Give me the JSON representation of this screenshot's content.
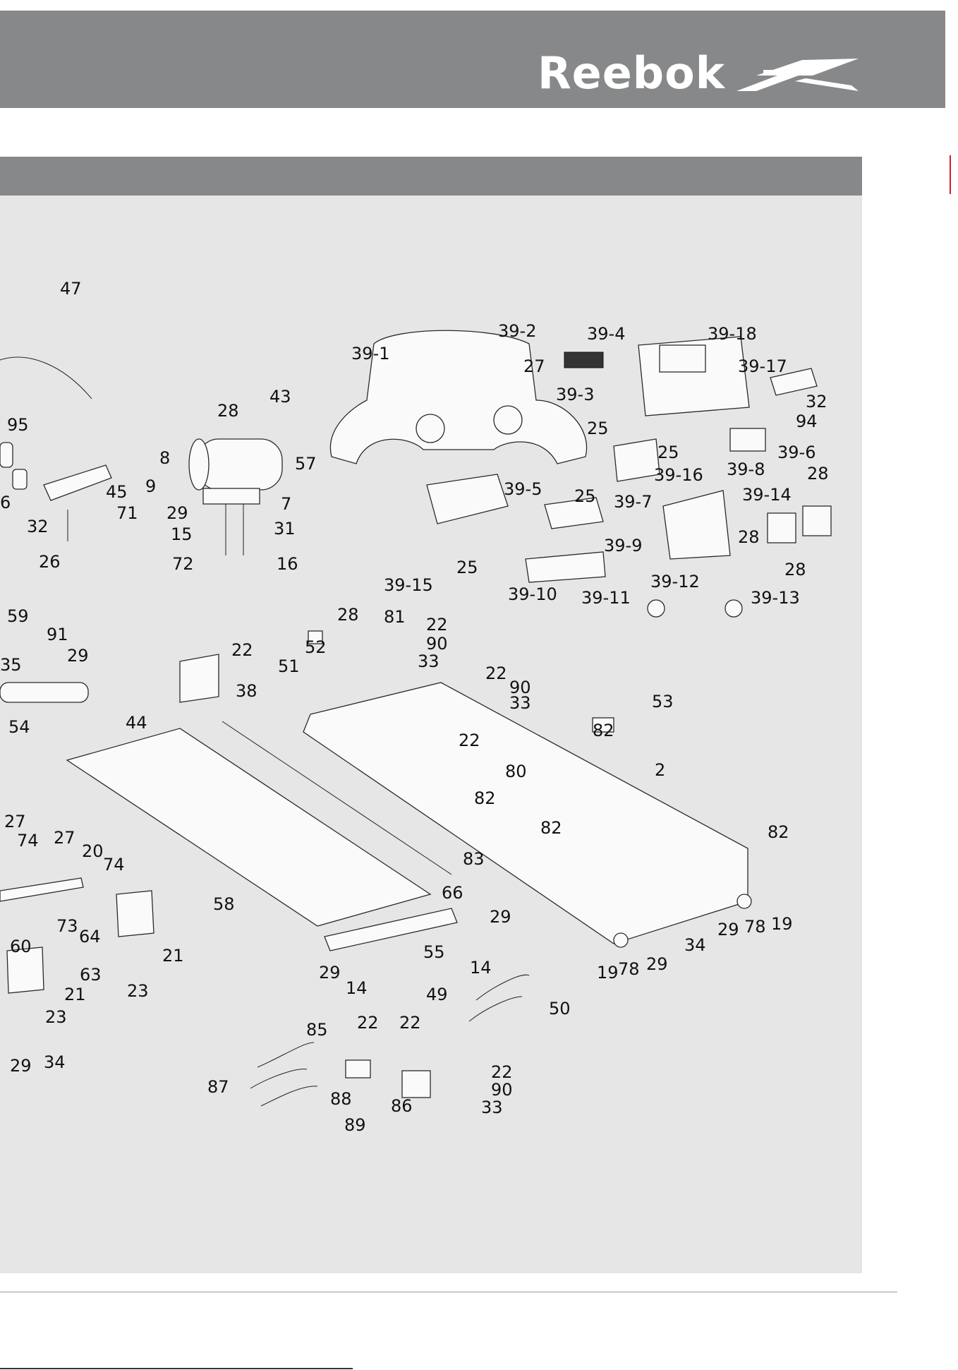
{
  "brand": {
    "name": "Reebok"
  },
  "colors": {
    "header": "#878889",
    "panel": "#e6e6e6",
    "accent": "#d21c2a"
  },
  "callouts": [
    {
      "id": "c47",
      "label": "47"
    },
    {
      "id": "c95",
      "label": "95"
    },
    {
      "id": "c6",
      "label": "6"
    },
    {
      "id": "c45",
      "label": "45"
    },
    {
      "id": "c71",
      "label": "71"
    },
    {
      "id": "c32a",
      "label": "32"
    },
    {
      "id": "c26",
      "label": "26"
    },
    {
      "id": "c28a",
      "label": "28"
    },
    {
      "id": "c43",
      "label": "43"
    },
    {
      "id": "c57",
      "label": "57"
    },
    {
      "id": "c8",
      "label": "8"
    },
    {
      "id": "c9",
      "label": "9"
    },
    {
      "id": "c7",
      "label": "7"
    },
    {
      "id": "c29a",
      "label": "29"
    },
    {
      "id": "c31",
      "label": "31"
    },
    {
      "id": "c15",
      "label": "15"
    },
    {
      "id": "c72",
      "label": "72"
    },
    {
      "id": "c16",
      "label": "16"
    },
    {
      "id": "c39-1",
      "label": "39-1"
    },
    {
      "id": "c39-2",
      "label": "39-2"
    },
    {
      "id": "c39-4",
      "label": "39-4"
    },
    {
      "id": "c39-18",
      "label": "39-18"
    },
    {
      "id": "c27a",
      "label": "27"
    },
    {
      "id": "c39-3",
      "label": "39-3"
    },
    {
      "id": "c39-17",
      "label": "39-17"
    },
    {
      "id": "c32b",
      "label": "32"
    },
    {
      "id": "c94",
      "label": "94"
    },
    {
      "id": "c25a",
      "label": "25"
    },
    {
      "id": "c25b",
      "label": "25"
    },
    {
      "id": "c39-16",
      "label": "39-16"
    },
    {
      "id": "c39-6",
      "label": "39-6"
    },
    {
      "id": "c39-8",
      "label": "39-8"
    },
    {
      "id": "c28b",
      "label": "28"
    },
    {
      "id": "c39-5",
      "label": "39-5"
    },
    {
      "id": "c25c",
      "label": "25"
    },
    {
      "id": "c39-7",
      "label": "39-7"
    },
    {
      "id": "c39-14",
      "label": "39-14"
    },
    {
      "id": "c28c",
      "label": "28"
    },
    {
      "id": "c28d",
      "label": "28"
    },
    {
      "id": "c39-9",
      "label": "39-9"
    },
    {
      "id": "c25d",
      "label": "25"
    },
    {
      "id": "c39-15",
      "label": "39-15"
    },
    {
      "id": "c39-10",
      "label": "39-10"
    },
    {
      "id": "c39-11",
      "label": "39-11"
    },
    {
      "id": "c39-12",
      "label": "39-12"
    },
    {
      "id": "c39-13",
      "label": "39-13"
    },
    {
      "id": "c59",
      "label": "59"
    },
    {
      "id": "c91",
      "label": "91"
    },
    {
      "id": "c35",
      "label": "35"
    },
    {
      "id": "c29b",
      "label": "29"
    },
    {
      "id": "c54",
      "label": "54"
    },
    {
      "id": "c22a",
      "label": "22"
    },
    {
      "id": "c38",
      "label": "38"
    },
    {
      "id": "c44",
      "label": "44"
    },
    {
      "id": "c28e",
      "label": "28"
    },
    {
      "id": "c81",
      "label": "81"
    },
    {
      "id": "c22b",
      "label": "22"
    },
    {
      "id": "c90a",
      "label": "90"
    },
    {
      "id": "c52",
      "label": "52"
    },
    {
      "id": "c33a",
      "label": "33"
    },
    {
      "id": "c51",
      "label": "51"
    },
    {
      "id": "c22c",
      "label": "22"
    },
    {
      "id": "c90b",
      "label": "90"
    },
    {
      "id": "c33b",
      "label": "33"
    },
    {
      "id": "c53",
      "label": "53"
    },
    {
      "id": "c82a",
      "label": "82"
    },
    {
      "id": "c22d",
      "label": "22"
    },
    {
      "id": "c80",
      "label": "80"
    },
    {
      "id": "c82b",
      "label": "82"
    },
    {
      "id": "c2",
      "label": "2"
    },
    {
      "id": "c82c",
      "label": "82"
    },
    {
      "id": "c82d",
      "label": "82"
    },
    {
      "id": "c83",
      "label": "83"
    },
    {
      "id": "c66",
      "label": "66"
    },
    {
      "id": "c58",
      "label": "58"
    },
    {
      "id": "c27b",
      "label": "27"
    },
    {
      "id": "c74a",
      "label": "74"
    },
    {
      "id": "c27c",
      "label": "27"
    },
    {
      "id": "c20",
      "label": "20"
    },
    {
      "id": "c74b",
      "label": "74"
    },
    {
      "id": "c73",
      "label": "73"
    },
    {
      "id": "c60",
      "label": "60"
    },
    {
      "id": "c64",
      "label": "64"
    },
    {
      "id": "c21a",
      "label": "21"
    },
    {
      "id": "c23a",
      "label": "23"
    },
    {
      "id": "c63",
      "label": "63"
    },
    {
      "id": "c21b",
      "label": "21"
    },
    {
      "id": "c23b",
      "label": "23"
    },
    {
      "id": "c29c",
      "label": "29"
    },
    {
      "id": "c34a",
      "label": "34"
    },
    {
      "id": "c29d",
      "label": "29"
    },
    {
      "id": "c55",
      "label": "55"
    },
    {
      "id": "c14a",
      "label": "14"
    },
    {
      "id": "c29e",
      "label": "29"
    },
    {
      "id": "c14b",
      "label": "14"
    },
    {
      "id": "c49",
      "label": "49"
    },
    {
      "id": "c50",
      "label": "50"
    },
    {
      "id": "c29f",
      "label": "29"
    },
    {
      "id": "c78a",
      "label": "78"
    },
    {
      "id": "c19a",
      "label": "19"
    },
    {
      "id": "c34b",
      "label": "34"
    },
    {
      "id": "c19b",
      "label": "19"
    },
    {
      "id": "c78b",
      "label": "78"
    },
    {
      "id": "c29g",
      "label": "29"
    },
    {
      "id": "c85",
      "label": "85"
    },
    {
      "id": "c22e",
      "label": "22"
    },
    {
      "id": "c22f",
      "label": "22"
    },
    {
      "id": "c86",
      "label": "86"
    },
    {
      "id": "c22g",
      "label": "22"
    },
    {
      "id": "c90c",
      "label": "90"
    },
    {
      "id": "c33c",
      "label": "33"
    },
    {
      "id": "c87",
      "label": "87"
    },
    {
      "id": "c88",
      "label": "88"
    },
    {
      "id": "c89",
      "label": "89"
    }
  ]
}
